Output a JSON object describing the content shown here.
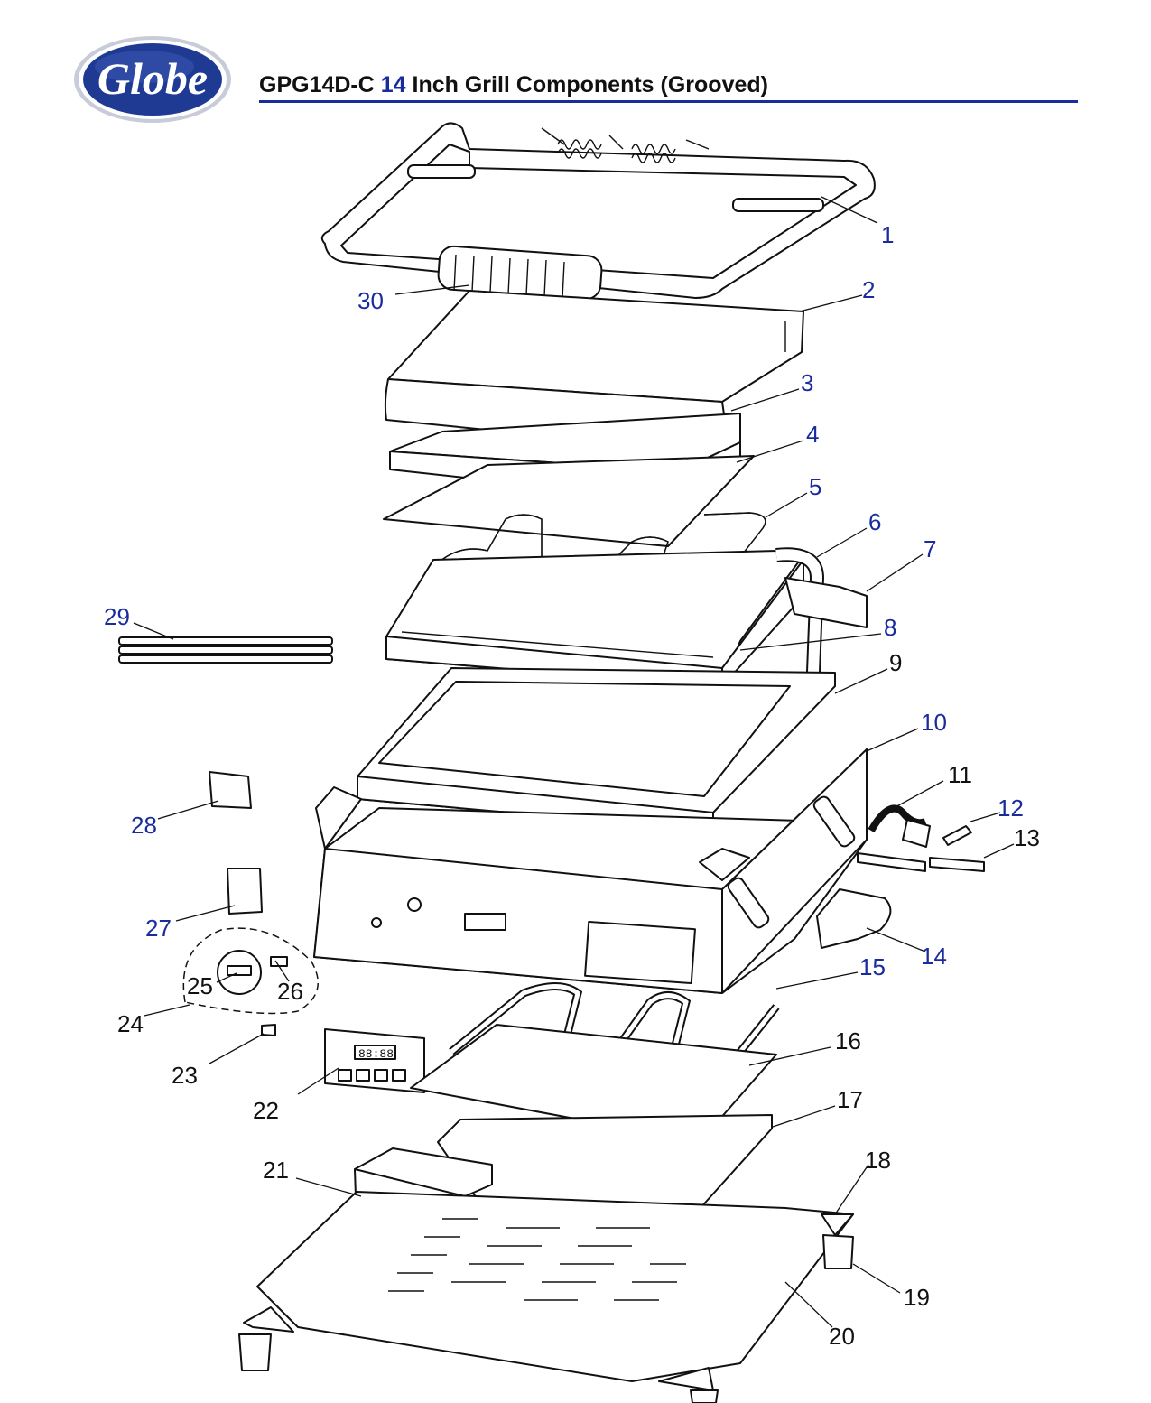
{
  "brand": {
    "logo_text": "Globe",
    "colors": {
      "logo_blue": "#1f3a93",
      "accent": "#1a2c9c",
      "label_blue": "#1a2c9c"
    }
  },
  "header": {
    "title_prefix": "GPG14D-C ",
    "title_accent": "14",
    "title_suffix": " Inch Grill Components (Grooved)"
  },
  "callouts": [
    {
      "id": "c1",
      "text": "1",
      "color": "#1a2c9c"
    },
    {
      "id": "c2",
      "text": "2",
      "color": "#1a2c9c"
    },
    {
      "id": "c3",
      "text": "3",
      "color": "#1a2c9c"
    },
    {
      "id": "c4",
      "text": "4",
      "color": "#1a2c9c"
    },
    {
      "id": "c5",
      "text": "5",
      "color": "#1a2c9c"
    },
    {
      "id": "c6",
      "text": "6",
      "color": "#1a2c9c"
    },
    {
      "id": "c7",
      "text": "7",
      "color": "#1a2c9c"
    },
    {
      "id": "c8",
      "text": "8",
      "color": "#1a2c9c"
    },
    {
      "id": "c9",
      "text": "9",
      "color": "#111111"
    },
    {
      "id": "c10",
      "text": "10",
      "color": "#1a2c9c"
    },
    {
      "id": "c11",
      "text": "11",
      "color": "#111111"
    },
    {
      "id": "c12",
      "text": "12",
      "color": "#1a2c9c"
    },
    {
      "id": "c13",
      "text": "13",
      "color": "#111111"
    },
    {
      "id": "c14",
      "text": "14",
      "color": "#1a2c9c"
    },
    {
      "id": "c15",
      "text": "15",
      "color": "#1a2c9c"
    },
    {
      "id": "c16",
      "text": "16",
      "color": "#111111"
    },
    {
      "id": "c17",
      "text": "17",
      "color": "#111111"
    },
    {
      "id": "c18",
      "text": "18",
      "color": "#111111"
    },
    {
      "id": "c19",
      "text": "19",
      "color": "#111111"
    },
    {
      "id": "c20",
      "text": "20",
      "color": "#111111"
    },
    {
      "id": "c21",
      "text": "21",
      "color": "#111111"
    },
    {
      "id": "c22",
      "text": "22",
      "color": "#111111"
    },
    {
      "id": "c23",
      "text": "23",
      "color": "#111111"
    },
    {
      "id": "c24",
      "text": "24",
      "color": "#111111"
    },
    {
      "id": "c25",
      "text": "25",
      "color": "#111111"
    },
    {
      "id": "c26",
      "text": "26",
      "color": "#111111"
    },
    {
      "id": "c27",
      "text": "27",
      "color": "#1a2c9c"
    },
    {
      "id": "c28",
      "text": "28",
      "color": "#1a2c9c"
    },
    {
      "id": "c29",
      "text": "29",
      "color": "#1a2c9c"
    },
    {
      "id": "c30",
      "text": "30",
      "color": "#1a2c9c"
    }
  ],
  "display": {
    "readout": "88:88"
  }
}
